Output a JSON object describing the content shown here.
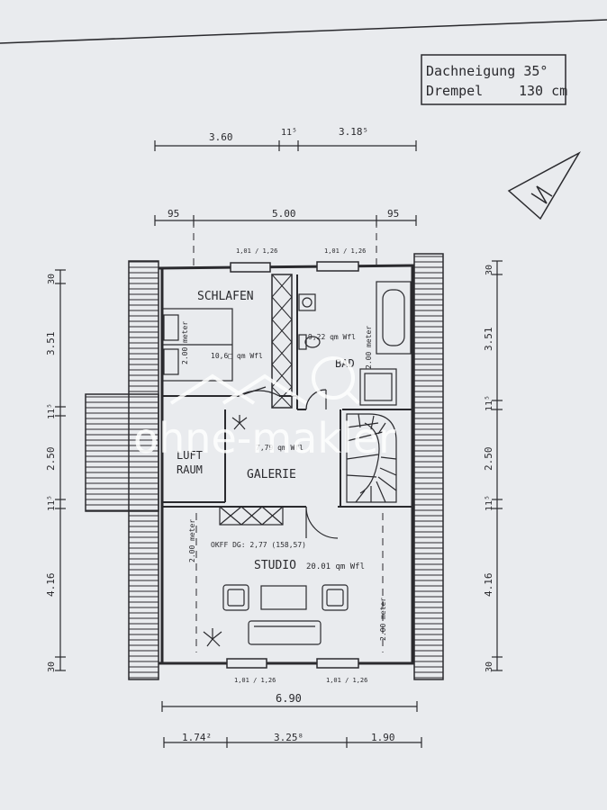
{
  "roof_box": {
    "line1": "Dachneigung 35°",
    "line2_label": "Drempel",
    "line2_value": "130 cm"
  },
  "dims": {
    "top1": [
      "3.60",
      "11⁵",
      "3.18⁵"
    ],
    "top2": [
      "95",
      "5.00",
      "95"
    ],
    "bottom_total": "6.90",
    "bottom_parts": [
      "1.74²",
      "3.25⁸",
      "1.90"
    ],
    "left": [
      "30",
      "3.51",
      "11⁵",
      "2.50",
      "11⁵",
      "4.16",
      "30"
    ],
    "right": [
      "30",
      "3.51",
      "11⁵",
      "2.50",
      "11⁵",
      "4.16",
      "30"
    ]
  },
  "rooms": {
    "schlafen": {
      "name": "SCHLAFEN",
      "area": "10,6□ qm Wfl"
    },
    "bad": {
      "name": "BAD",
      "area": "9,22 qm Wfl"
    },
    "luftraum": {
      "line1": "LUFT",
      "line2": "RAUM"
    },
    "galerie": {
      "name": "GALERIE",
      "area": "7,79 qm Wfl"
    },
    "studio": {
      "name": "STUDIO",
      "area": "20.01 qm Wfl",
      "ok": "OKFF DG: 2,77 (158,57)"
    }
  },
  "notes": {
    "height_note": "2.00 meter"
  },
  "windows": {
    "top_label": "1,01 / 1,26",
    "bottom_label": "1,01 / 1,26"
  },
  "watermark": {
    "text": "ohne-makler"
  },
  "colors": {
    "ink": "#2a2a2e",
    "paper": "#e9ebee",
    "watermark": "#ffffff"
  }
}
